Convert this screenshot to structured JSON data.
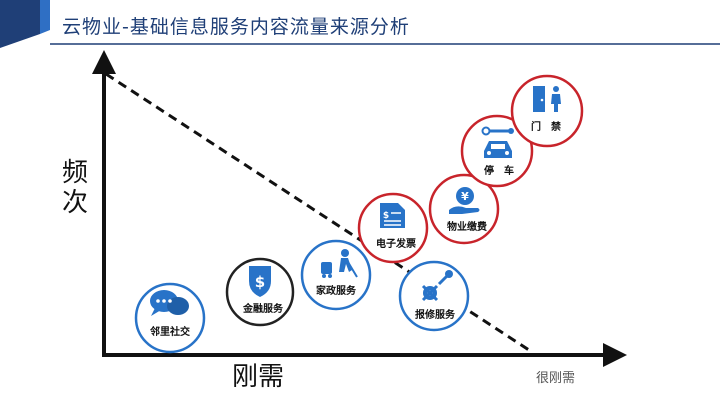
{
  "title": "云物业-基础信息服务内容流量来源分析",
  "axes": {
    "y_label": "频次",
    "x_label": "刚需",
    "x_end_label": "很刚需"
  },
  "colors": {
    "blue": "#2873c8",
    "red": "#c8242b",
    "dark": "#222222",
    "accent": "#1f3f77"
  },
  "services": [
    {
      "name": "neighborhood-social",
      "label": "邻里社交",
      "icon": "chat-bubbles-icon",
      "ring": "blue"
    },
    {
      "name": "financial-service",
      "label": "金融服务",
      "icon": "dollar-shield-icon",
      "ring": "dark"
    },
    {
      "name": "housekeeping-service",
      "label": "家政服务",
      "icon": "cleaner-icon",
      "ring": "blue"
    },
    {
      "name": "repair-service",
      "label": "报修服务",
      "icon": "wrench-gear-icon",
      "ring": "blue"
    },
    {
      "name": "e-invoice",
      "label": "电子发票",
      "icon": "invoice-icon",
      "ring": "red"
    },
    {
      "name": "property-payment",
      "label": "物业缴费",
      "icon": "yen-hand-icon",
      "ring": "red"
    },
    {
      "name": "parking",
      "label": "停　车",
      "icon": "car-key-icon",
      "ring": "red"
    },
    {
      "name": "access-control",
      "label": "门　禁",
      "icon": "door-person-icon",
      "ring": "red"
    }
  ]
}
